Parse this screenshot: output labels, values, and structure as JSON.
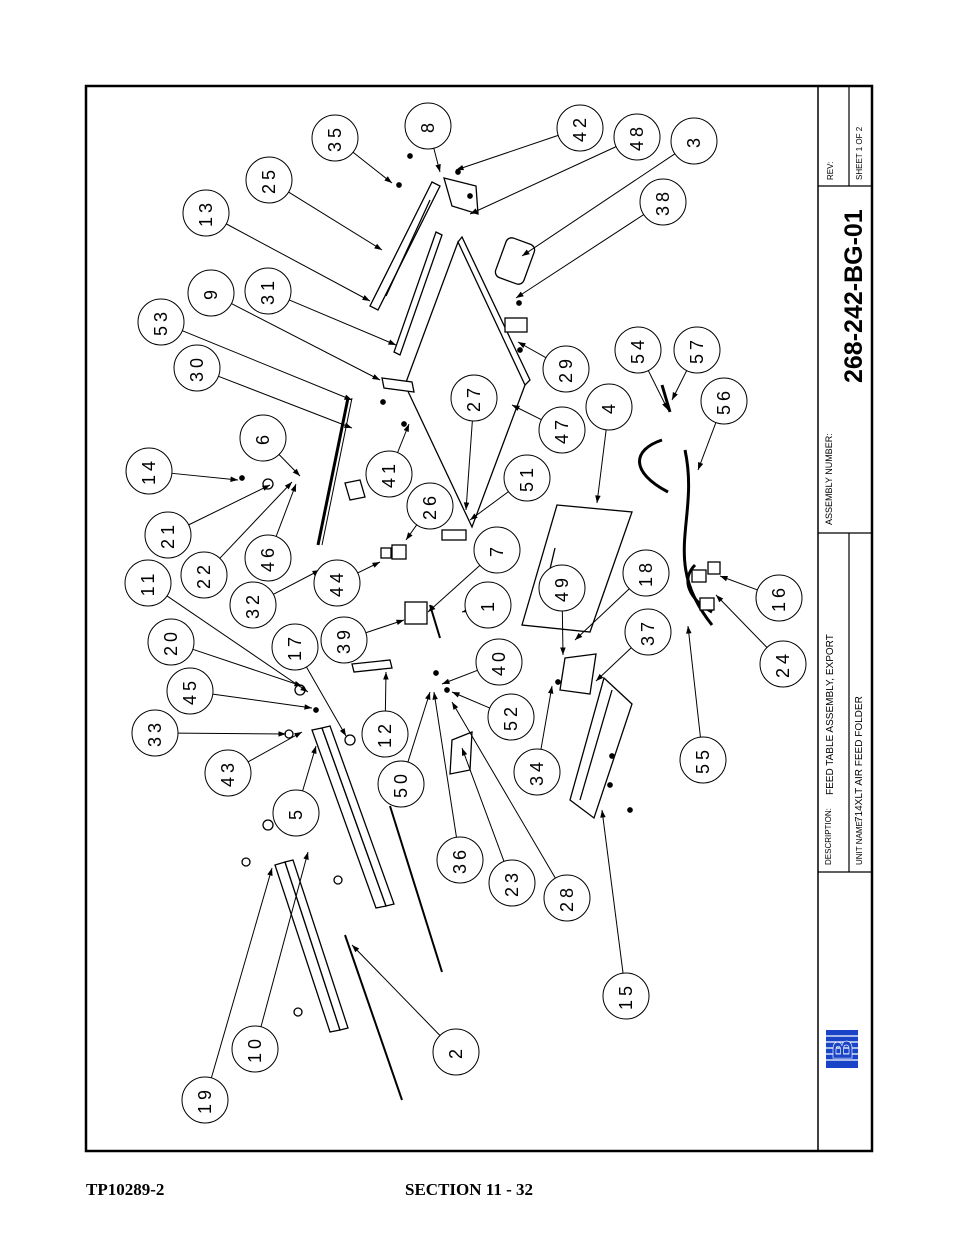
{
  "title_block": {
    "description_label": "DESCRIPTION:",
    "description": "FEED TABLE ASSEMBLY, EXPORT",
    "unit_name_label": "UNIT NAME:",
    "unit_name": "714XLT AIR FEED FOLDER",
    "assembly_label": "ASSEMBLY NUMBER:",
    "assembly_number": "268-242-BG-01",
    "rev_label": "REV:",
    "sheet": "SHEET 1 OF 2"
  },
  "logo": {
    "letter": "B",
    "color": "#1a44c8"
  },
  "callouts": [
    "35",
    "8",
    "42",
    "48",
    "3",
    "25",
    "13",
    "38",
    "31",
    "9",
    "53",
    "30",
    "54",
    "57",
    "56",
    "29",
    "27",
    "47",
    "4",
    "6",
    "14",
    "41",
    "51",
    "21",
    "26",
    "22",
    "46",
    "7",
    "32",
    "44",
    "11",
    "39",
    "1",
    "49",
    "18",
    "20",
    "17",
    "16",
    "40",
    "37",
    "45",
    "12",
    "24",
    "33",
    "52",
    "43",
    "5",
    "34",
    "50",
    "55",
    "36",
    "23",
    "28",
    "15",
    "10",
    "2",
    "19"
  ],
  "footer": {
    "left": "TP10289-2",
    "center": "SECTION 11 - 32"
  }
}
